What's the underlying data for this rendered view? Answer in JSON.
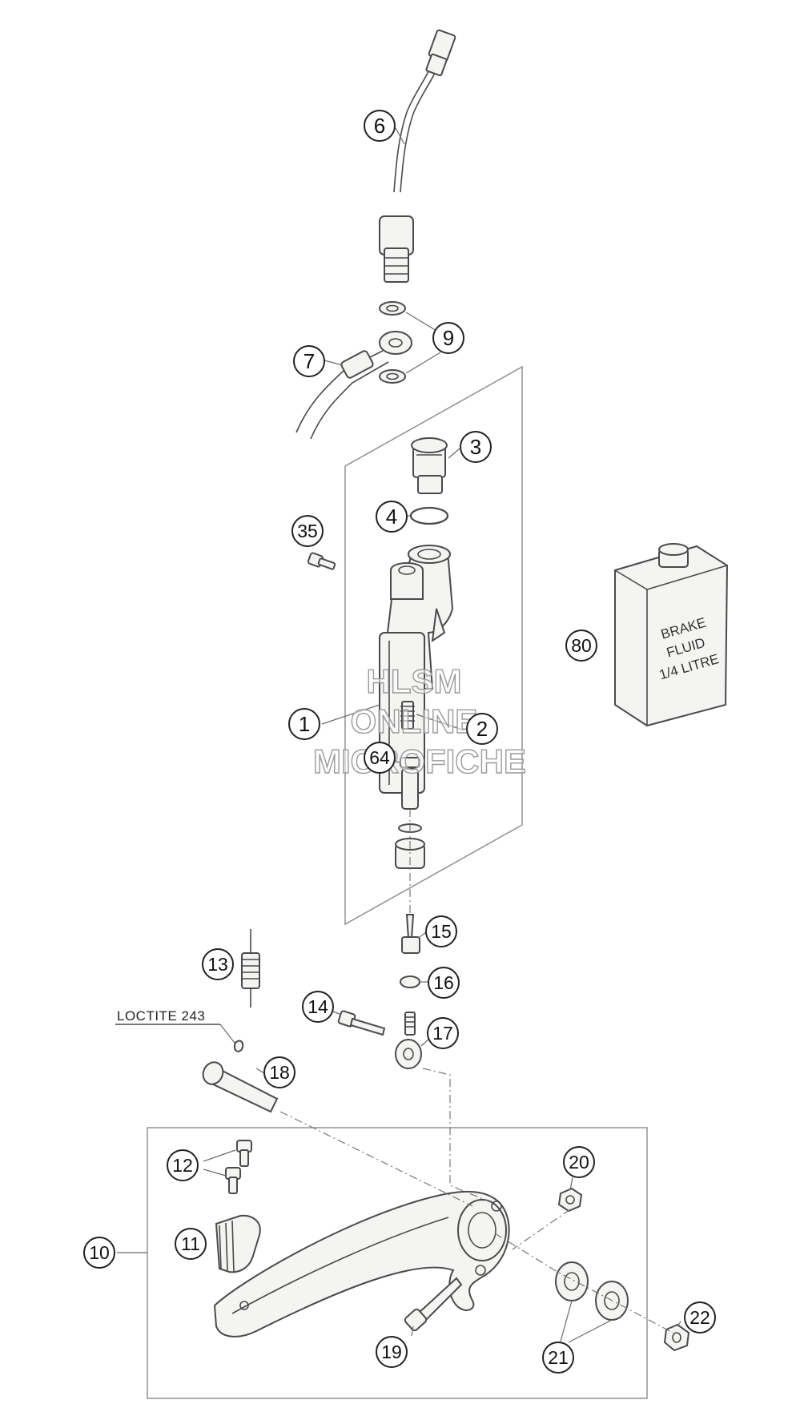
{
  "callouts": [
    {
      "id": "c6",
      "label": "6"
    },
    {
      "id": "c9",
      "label": "9"
    },
    {
      "id": "c7",
      "label": "7"
    },
    {
      "id": "c3",
      "label": "3"
    },
    {
      "id": "c4",
      "label": "4"
    },
    {
      "id": "c35",
      "label": "35"
    },
    {
      "id": "c80",
      "label": "80"
    },
    {
      "id": "c1",
      "label": "1"
    },
    {
      "id": "c2",
      "label": "2"
    },
    {
      "id": "c64",
      "label": "64"
    },
    {
      "id": "c15",
      "label": "15"
    },
    {
      "id": "c16",
      "label": "16"
    },
    {
      "id": "c13",
      "label": "13"
    },
    {
      "id": "c14",
      "label": "14"
    },
    {
      "id": "c17",
      "label": "17"
    },
    {
      "id": "c18",
      "label": "18"
    },
    {
      "id": "c12",
      "label": "12"
    },
    {
      "id": "c20",
      "label": "20"
    },
    {
      "id": "c10",
      "label": "10"
    },
    {
      "id": "c11",
      "label": "11"
    },
    {
      "id": "c19",
      "label": "19"
    },
    {
      "id": "c21",
      "label": "21"
    },
    {
      "id": "c22",
      "label": "22"
    }
  ],
  "note": {
    "text": "LOCTITE 243"
  },
  "fluid_can": {
    "line1": "BRAKE",
    "line2": "FLUID",
    "line3": "1/4 LITRE"
  },
  "watermark": {
    "line1": "HLSM",
    "line2": "ONLINE",
    "line3": "MICROFICHE"
  }
}
